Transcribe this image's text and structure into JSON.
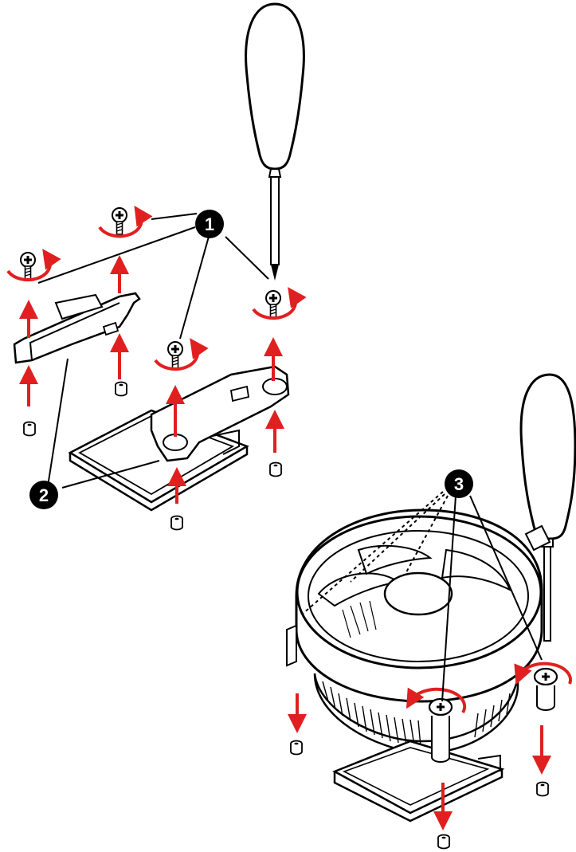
{
  "figure": {
    "description_free": true,
    "colors": {
      "line": "#000000",
      "fill": "#ffffff",
      "accent_arrow": "#e02020",
      "callout_bg": "#000000",
      "callout_text": "#ffffff"
    },
    "callouts": [
      {
        "id": "1",
        "label": "1"
      },
      {
        "id": "2",
        "label": "2"
      },
      {
        "id": "3",
        "label": "3"
      }
    ],
    "icons": {
      "screwdriver": "screwdriver-icon",
      "screw": "screw-icon",
      "rotate": "rotate-arrow-icon",
      "pull": "pull-arrow-icon",
      "nut": "standoff-icon"
    }
  }
}
